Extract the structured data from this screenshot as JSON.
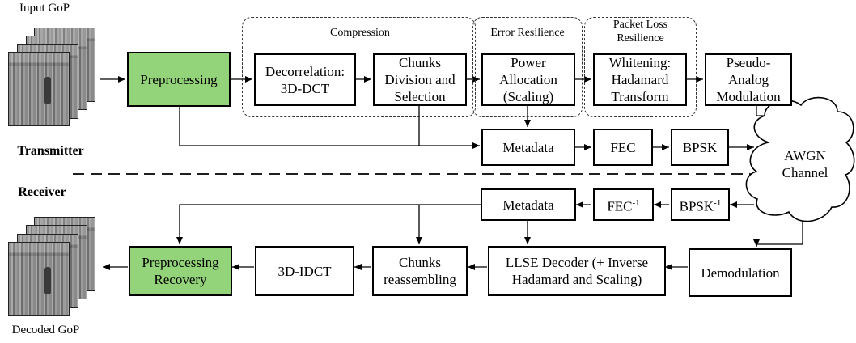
{
  "labels": {
    "input_gop": "Input GoP",
    "decoded_gop": "Decoded GoP",
    "transmitter": "Transmitter",
    "receiver": "Receiver"
  },
  "groups": {
    "compression": "Compression",
    "error_resilience": "Error Resilience",
    "packet_loss_line1": "Packet Loss",
    "packet_loss_line2": "Resilience"
  },
  "tx": {
    "preprocessing": "Preprocessing",
    "decorrelation_l1": "Decorrelation:",
    "decorrelation_l2": "3D-DCT",
    "chunks_l1": "Chunks",
    "chunks_l2": "Division and",
    "chunks_l3": "Selection",
    "power_l1": "Power",
    "power_l2": "Allocation",
    "power_l3": "(Scaling)",
    "whitening_l1": "Whitening:",
    "whitening_l2": "Hadamard",
    "whitening_l3": "Transform",
    "pseudo_l1": "Pseudo-",
    "pseudo_l2": "Analog",
    "pseudo_l3": "Modulation",
    "metadata": "Metadata",
    "fec": "FEC",
    "bpsk": "BPSK"
  },
  "channel": {
    "line1": "AWGN",
    "line2": "Channel"
  },
  "rx": {
    "metadata": "Metadata",
    "fec_inv": "FEC",
    "fec_inv_sup": "-1",
    "bpsk_inv": "BPSK",
    "bpsk_inv_sup": "-1",
    "demodulation": "Demodulation",
    "llse_l1": "LLSE Decoder (+ Inverse",
    "llse_l2": "Hadamard and Scaling)",
    "chunks_l1": "Chunks",
    "chunks_l2": "reassembling",
    "idct": "3D-IDCT",
    "prep_rec_l1": "Preprocessing",
    "prep_rec_l2": "Recovery"
  },
  "colors": {
    "accent_green": "#93d37a"
  }
}
